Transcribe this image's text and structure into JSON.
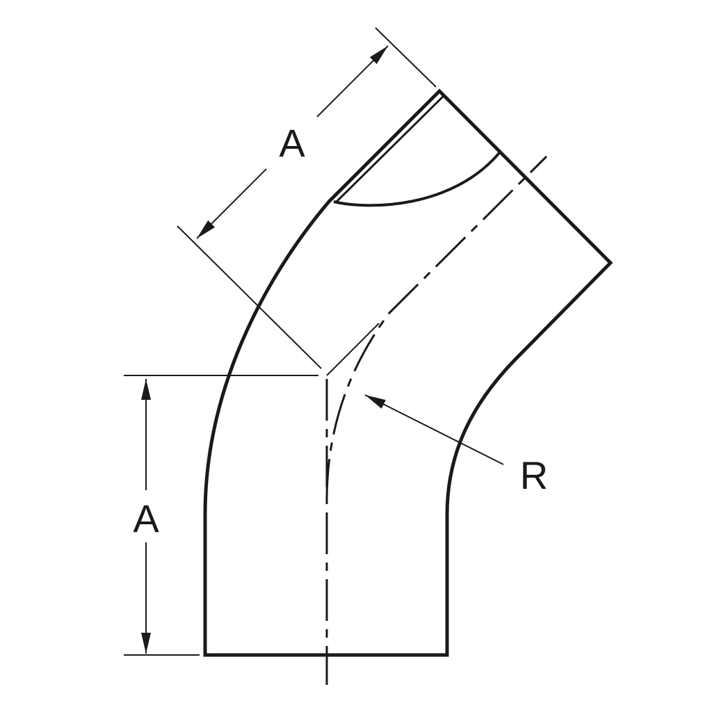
{
  "labels": {
    "dimension_a_angled": "A",
    "dimension_a_vertical": "A",
    "radius": "R"
  },
  "colors": {
    "line": "#1a1a1a",
    "background": "#ffffff"
  }
}
